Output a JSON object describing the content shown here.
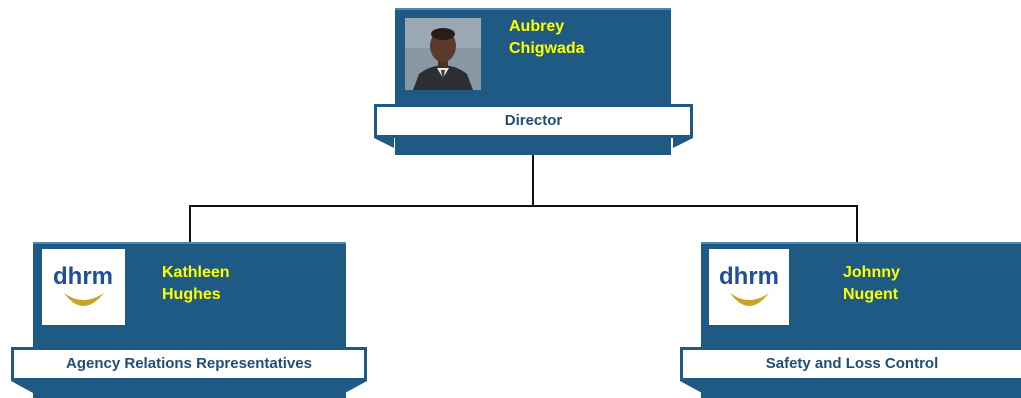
{
  "director": {
    "name_line1": "Aubrey",
    "name_line2": "Chigwada",
    "title": "Director"
  },
  "reports": [
    {
      "name_line1": "Kathleen",
      "name_line2": "Hughes",
      "title": "Agency Relations Representatives",
      "logo_text": "dhrm"
    },
    {
      "name_line1": "Johnny Nugent",
      "name_line2": "",
      "title": "Safety and Loss Control",
      "logo_text": "dhrm"
    }
  ],
  "colors": {
    "panel": "#1f5a85",
    "name_text": "#ffff00",
    "title_text": "#1f4e79",
    "logo_blue": "#1f4e9a",
    "logo_gold": "#c9a227"
  }
}
